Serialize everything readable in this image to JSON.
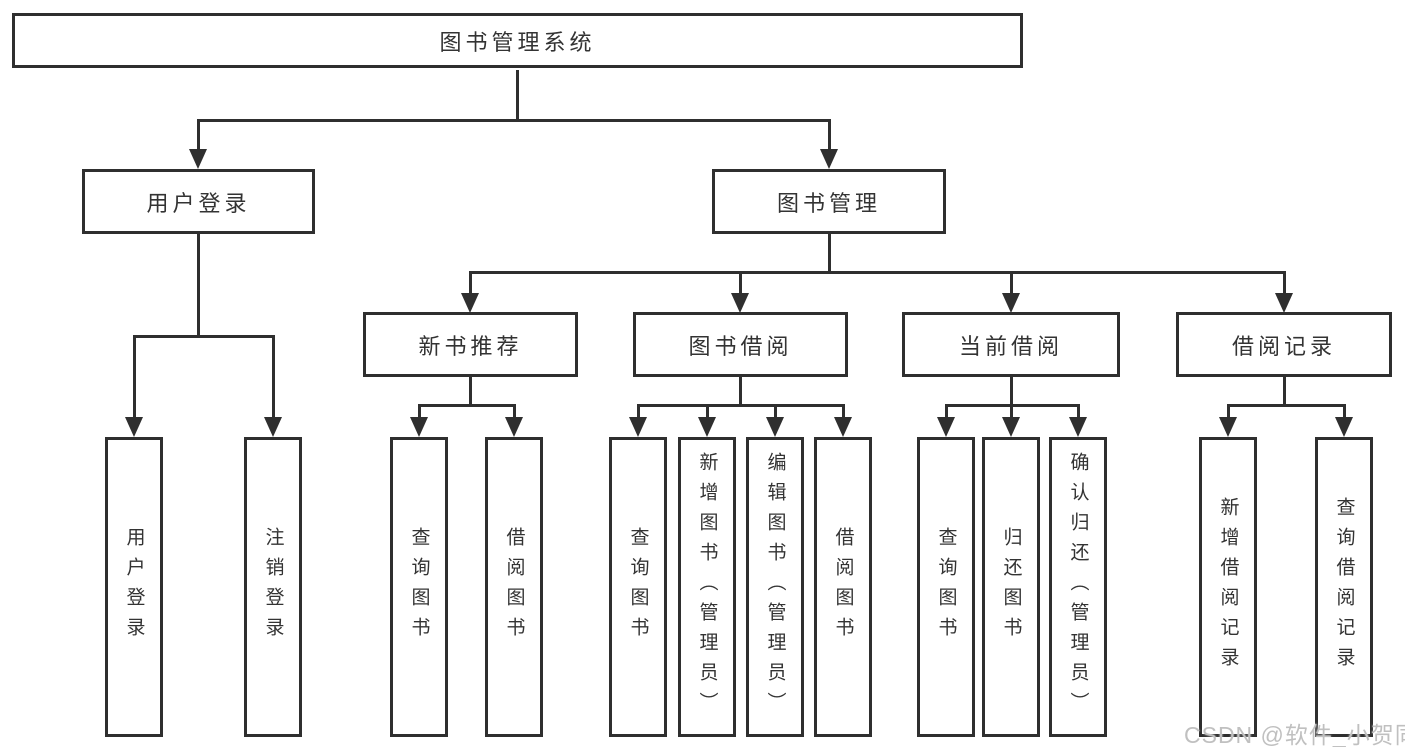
{
  "diagram": {
    "root": {
      "label": "图书管理系统"
    },
    "level2": [
      {
        "label": "用户登录"
      },
      {
        "label": "图书管理"
      }
    ],
    "level3": [
      {
        "label": "新书推荐"
      },
      {
        "label": "图书借阅"
      },
      {
        "label": "当前借阅"
      },
      {
        "label": "借阅记录"
      }
    ],
    "leaves": [
      {
        "label": "用户登录"
      },
      {
        "label": "注销登录"
      },
      {
        "label": "查询图书"
      },
      {
        "label": "借阅图书"
      },
      {
        "label": "查询图书"
      },
      {
        "label": "新增图书（管理员）"
      },
      {
        "label": "编辑图书（管理员）"
      },
      {
        "label": "借阅图书"
      },
      {
        "label": "查询图书"
      },
      {
        "label": "归还图书"
      },
      {
        "label": "确认归还（管理员）"
      },
      {
        "label": "新增借阅记录"
      },
      {
        "label": "查询借阅记录"
      }
    ],
    "watermark": "CSDN @软件_小贺同学",
    "colors": {
      "stroke": "#2f2f2f",
      "text": "#333333",
      "watermark": "#c0c0c0",
      "background": "#ffffff"
    }
  }
}
